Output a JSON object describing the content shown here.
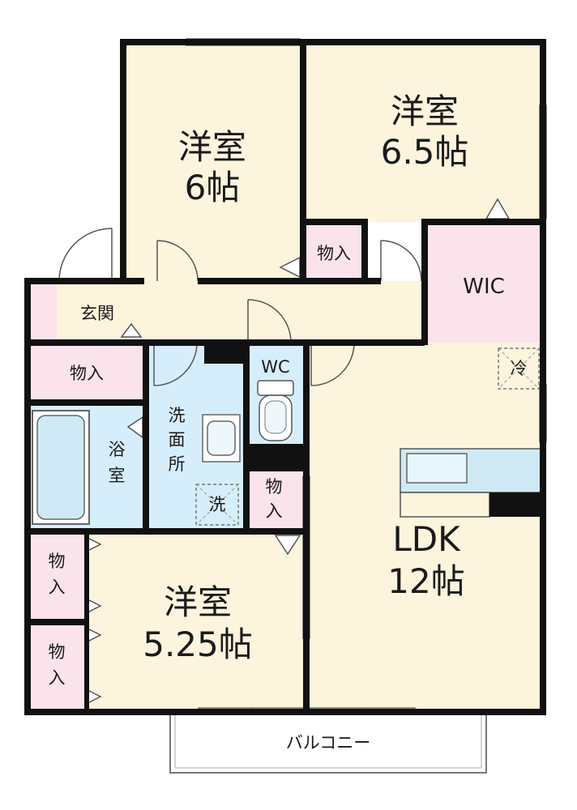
{
  "rooms": {
    "western_top_left": {
      "name": "洋室",
      "size": "6帖"
    },
    "western_top_right": {
      "name": "洋室",
      "size": "6.5帖"
    },
    "western_bottom": {
      "name": "洋室",
      "size": "5.25帖"
    },
    "ldk": {
      "name": "LDK",
      "size": "12帖"
    },
    "wic": "WIC",
    "entrance": "玄関",
    "toilet": "WC",
    "bath": {
      "line1": "浴",
      "line2": "室"
    },
    "washroom": {
      "line1": "洗",
      "line2": "面",
      "line3": "所"
    },
    "washer": "洗",
    "fridge": "冷",
    "storage_top": "物入",
    "storage_left": "物入",
    "storage_mid": {
      "line1": "物",
      "line2": "入"
    },
    "storage_closet_1": {
      "line1": "物",
      "line2": "入"
    },
    "storage_closet_2": {
      "line1": "物",
      "line2": "入"
    },
    "balcony": "バルコニー"
  },
  "colors": {
    "wall": "#111111",
    "room_floor": "#fdf4dd",
    "storage": "#fbe3ec",
    "wet_area": "#d6eefb",
    "kitchen_counter": "#cfeaf5"
  }
}
